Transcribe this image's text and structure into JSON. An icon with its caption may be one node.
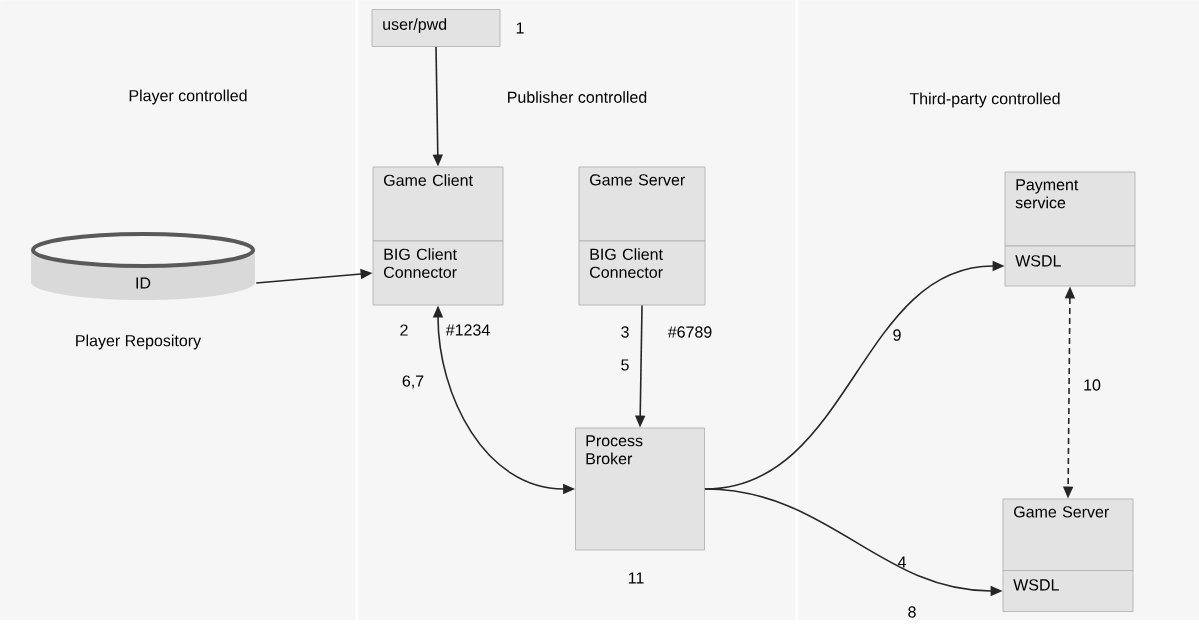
{
  "diagram": {
    "nodes": [
      {
        "text": [
          "Player controlled"
        ]
      },
      {
        "text": [
          "Publisher controlled"
        ]
      },
      {
        "text": [
          "Third-party controlled"
        ]
      },
      {
        "text": [
          "user/pwd"
        ],
        "in": 1,
        "beside": [
          "1"
        ]
      },
      {
        "text": [
          "ID"
        ],
        "in": 0,
        "beside": [
          "Player Repository"
        ]
      },
      {
        "text": [
          "Game Client"
        ],
        "in": 1
      },
      {
        "text": [
          "BIG Client Connector"
        ],
        "in": 1
      },
      {
        "text": [
          "Game Server"
        ],
        "in": 1
      },
      {
        "text": [
          "BIG Client Connector"
        ],
        "in": 1
      },
      {
        "text": [
          "Process Broker"
        ],
        "in": 1,
        "beside": [
          "11"
        ]
      },
      {
        "text": [
          "Payment service"
        ],
        "in": 2
      },
      {
        "text": [
          "WSDL"
        ],
        "in": 2
      },
      {
        "text": [
          "Game Server"
        ],
        "in": 2
      },
      {
        "text": [
          "WSDL"
        ],
        "in": 2
      }
    ],
    "edges": [
      {
        "from": 3,
        "to": 5,
        "arrow": "to"
      },
      {
        "from": 4,
        "to": 6,
        "arrow": "to"
      },
      {
        "from": 6,
        "to": 9,
        "arrow": "both"
      },
      {
        "from": 8,
        "to": 9,
        "arrow": "to"
      },
      {
        "from": 9,
        "to": 11,
        "arrow": "to",
        "label": "9"
      },
      {
        "from": 9,
        "to": 13,
        "arrow": "to"
      },
      {
        "from": 11,
        "to": 12,
        "arrow": "both",
        "style": "dashed",
        "label": "10"
      }
    ],
    "labels": [
      "2",
      "#1234",
      "6,7",
      "3",
      "#6789",
      "5",
      "4",
      "8"
    ]
  }
}
